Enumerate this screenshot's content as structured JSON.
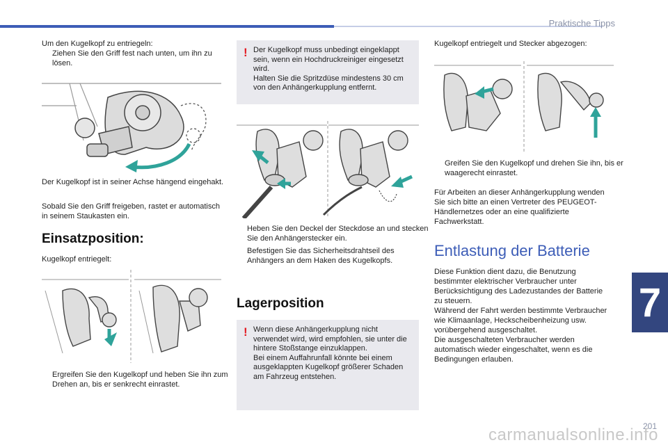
{
  "header": {
    "section": "Praktische Tipps",
    "page_number": "201",
    "chapter": "7"
  },
  "watermark": "carmanualsonline.info",
  "col1": {
    "intro": "Um den Kugelkopf zu entriegeln:",
    "bullet_pull": "Ziehen Sie den Griff fest nach unten, um ihn zu lösen.",
    "hooked": "Der Kugelkopf ist in seiner Achse hängend eingehakt.",
    "release": "Sobald Sie den Griff freigeben, rastet er automatisch in seinem Staukasten ein.",
    "heading_use": "Einsatzposition:",
    "unlocked": "Kugelkopf entriegelt:",
    "bullet_grab": "Ergreifen Sie den Kugelkopf und heben Sie ihn zum Drehen an, bis er senkrecht einrastet."
  },
  "col2": {
    "warning_top_line1": "Der Kugelkopf muss unbedingt eingeklappt sein, wenn ein Hochdruckreiniger eingesetzt wird.",
    "warning_top_line2": "Halten Sie die Spritzdüse mindestens 30 cm von den Anhängerkupplung entfernt.",
    "bullet_lift": "Heben Sie den Deckel der Steckdose an und stecken Sie den Anhängerstecker ein.",
    "bullet_fix": "Befestigen Sie das Sicherheitsdrahtseil des Anhängers an dem Haken des Kugelkopfs.",
    "heading_storage": "Lagerposition",
    "warning_bottom_line1": "Wenn diese Anhängerkupplung nicht verwendet wird, wird empfohlen, sie unter die hintere Stoßstange einzuklappen.",
    "warning_bottom_line2": "Bei einem Auffahrunfall könnte bei einem ausgeklappten Kugelkopf größerer Schaden am Fahrzeug entstehen."
  },
  "col3": {
    "caption": "Kugelkopf entriegelt und Stecker abgezogen:",
    "bullet_turn": "Greifen Sie den Kugelkopf und drehen Sie ihn, bis er waagerecht einrastet.",
    "dealer": "Für Arbeiten an dieser Anhängerkupplung wenden Sie sich bitte an einen Vertreter des PEUGEOT-Händlernetzes oder an eine qualifizierte Fachwerkstatt.",
    "heading_battery": "Entlastung der Batterie",
    "battery_p1": "Diese Funktion dient dazu, die Benutzung bestimmter elektrischer Verbraucher unter Berücksichtigung des Ladezustandes der Batterie zu steuern.",
    "battery_p2": "Während der Fahrt werden bestimmte Verbraucher wie Klimaanlage, Heckscheibenheizung usw. vorübergehend ausgeschaltet.",
    "battery_p3": "Die ausgeschalteten Verbraucher werden automatisch wieder eingeschaltet, wenn es die Bedingungen erlauben."
  },
  "symbols": {
    "bullet": "",
    "warning": "!"
  },
  "colors": {
    "accent": "#3d5db7",
    "arrow": "#2fa39a",
    "warning": "#e31b23",
    "tab": "#33467f"
  }
}
